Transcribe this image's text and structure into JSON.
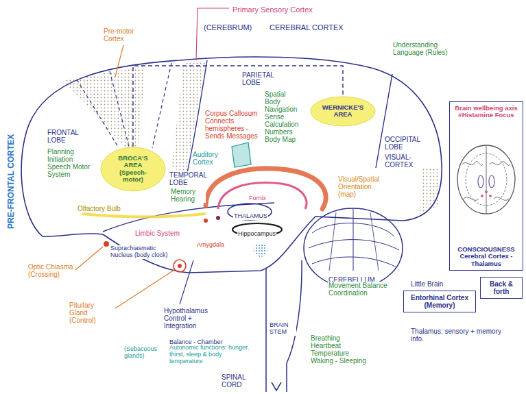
{
  "diagram": {
    "nodes": [
      {
        "text": [
          "BROCA'S AREA (Speech-motor)"
        ]
      },
      {
        "text": [
          "WERNICKE'S AREA"
        ]
      },
      {
        "text": [
          "Brain wellbeing axis #Histamine Focus",
          "CONSCIOUSNESS Cerebral Cortex - Thalamus"
        ]
      },
      {
        "text": [
          "Back & forth"
        ]
      },
      {
        "text": [
          "Entorhinal Cortex (Memory)"
        ]
      }
    ],
    "edges": [
      {
        "from": 0,
        "to": 1,
        "arrow": "none"
      }
    ],
    "labels": [
      "Primary Sensory Cortex",
      "(CEREBRUM)",
      "CEREBRAL CORTEX",
      "Pre-motor Cortex",
      "PRE-FRONTAL CORTEX",
      "FRONTAL LOBE",
      "Planning Initiation Speech Motor System",
      "PARIETAL LOBE",
      "Spatial Body Navigation Sense Calculation Numbers Body Map",
      "Understanding Language (Rules)",
      "OCCIPITAL LOBE",
      "VISUAL-CORTEX",
      "Corpus Callosum Connects hemispheres - Sends Messages",
      "Auditory Cortex",
      "TEMPORAL LOBE",
      "Memory Hearing",
      "Fornix",
      "THALAMUS",
      "Hippocampus",
      "Visual/Spatial Orientation (map)",
      "Olfactory Bulb",
      "Limbic System",
      "Amygdala",
      "Suprachiasmatic Nucleus (body clock)",
      "Optic Chiasma (Crossing)",
      "Pituitary Gland (Control)",
      "Hypothalamus Control + Integration",
      "Balance - Chamber",
      "Autonomic functions: hunger, thirst, sleep & body temperature",
      "(Sebaceous glands)",
      "SPINAL CORD",
      "BRAIN STEM",
      "Breathing Heartbeat Temperature Waking - Sleeping",
      "CEREBELLUM",
      "Movement Balance Coordination",
      "Little Brain",
      "Thalamus: sensory + memory info."
    ]
  }
}
